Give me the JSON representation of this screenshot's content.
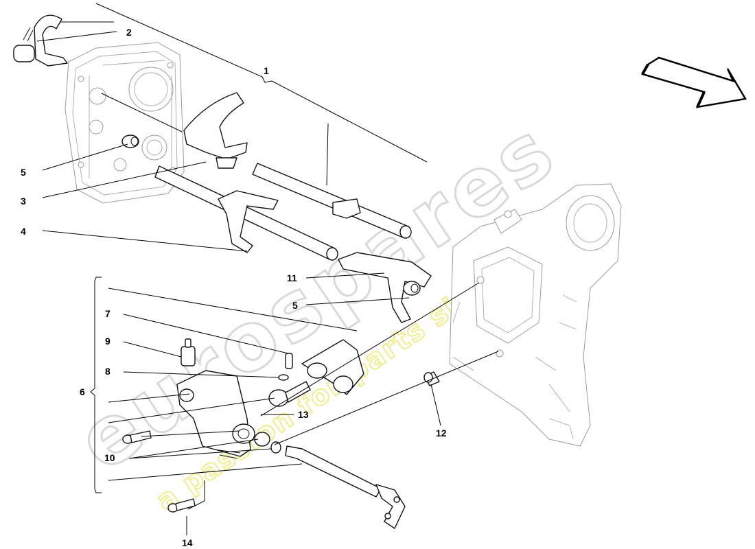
{
  "watermark": {
    "brand": "eurospares",
    "tagline": "a passion for parts since 1985",
    "brand_color": "#d9d9d9",
    "tagline_color": "#f2ec8c"
  },
  "callouts": {
    "c1": "1",
    "c2": "2",
    "c3": "3",
    "c4": "4",
    "c5a": "5",
    "c5b": "5",
    "c6": "6",
    "c7": "7",
    "c8": "8",
    "c9": "9",
    "c10": "10",
    "c11": "11",
    "c12": "12",
    "c13": "13",
    "c14": "14"
  },
  "icons": {
    "direction_arrow": "forward-arrow-icon"
  }
}
